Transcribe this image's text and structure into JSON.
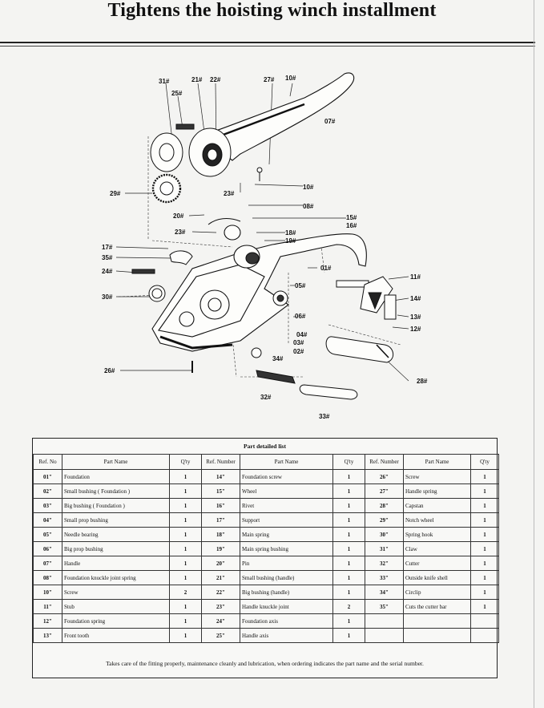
{
  "title": "Tightens the hoisting winch installment",
  "callouts": [
    {
      "id": "c31",
      "text": "31#"
    },
    {
      "id": "c21",
      "text": "21#"
    },
    {
      "id": "c22",
      "text": "22#"
    },
    {
      "id": "c27",
      "text": "27#"
    },
    {
      "id": "c10a",
      "text": "10#"
    },
    {
      "id": "c25",
      "text": "25#"
    },
    {
      "id": "c07",
      "text": "07#"
    },
    {
      "id": "c10b",
      "text": "10#"
    },
    {
      "id": "c29",
      "text": "29#"
    },
    {
      "id": "c23a",
      "text": "23#"
    },
    {
      "id": "c08",
      "text": "08#"
    },
    {
      "id": "c20",
      "text": "20#"
    },
    {
      "id": "c15",
      "text": "15#"
    },
    {
      "id": "c16",
      "text": "16#"
    },
    {
      "id": "c23b",
      "text": "23#"
    },
    {
      "id": "c18",
      "text": "18#"
    },
    {
      "id": "c19",
      "text": "19#"
    },
    {
      "id": "c17",
      "text": "17#"
    },
    {
      "id": "c35",
      "text": "35#"
    },
    {
      "id": "c01",
      "text": "01#"
    },
    {
      "id": "c24",
      "text": "24#"
    },
    {
      "id": "c11",
      "text": "11#"
    },
    {
      "id": "c05",
      "text": "05#"
    },
    {
      "id": "c30",
      "text": "30#"
    },
    {
      "id": "c14",
      "text": "14#"
    },
    {
      "id": "c06",
      "text": "06#"
    },
    {
      "id": "c13",
      "text": "13#"
    },
    {
      "id": "c12",
      "text": "12#"
    },
    {
      "id": "c04",
      "text": "04#"
    },
    {
      "id": "c03",
      "text": "03#"
    },
    {
      "id": "c02",
      "text": "02#"
    },
    {
      "id": "c34",
      "text": "34#"
    },
    {
      "id": "c26",
      "text": "26#"
    },
    {
      "id": "c28",
      "text": "28#"
    },
    {
      "id": "c32",
      "text": "32#"
    },
    {
      "id": "c33",
      "text": "33#"
    }
  ],
  "table": {
    "title": "Part detailed list",
    "headers": [
      "Ref. No",
      "Part Name",
      "Q'ty",
      "Ref. Number",
      "Part Name",
      "Q'ty",
      "Ref. Number",
      "Part Name",
      "Q'ty"
    ],
    "rows": [
      [
        [
          "01\"",
          "Foundation",
          "1"
        ],
        [
          "14\"",
          "Foundation screw",
          "1"
        ],
        [
          "26\"",
          "Screw",
          "1"
        ]
      ],
      [
        [
          "02\"",
          "Small bushing ( Foundation )",
          "1"
        ],
        [
          "15\"",
          "Wheel",
          "1"
        ],
        [
          "27\"",
          "Handle spring",
          "1"
        ]
      ],
      [
        [
          "03\"",
          "Big bushing ( Foundation )",
          "1"
        ],
        [
          "16\"",
          "Rivet",
          "1"
        ],
        [
          "28\"",
          "Capstan",
          "1"
        ]
      ],
      [
        [
          "04\"",
          "Small prop bushing",
          "1"
        ],
        [
          "17\"",
          "Support",
          "1"
        ],
        [
          "29\"",
          "Notch wheel",
          "1"
        ]
      ],
      [
        [
          "05\"",
          "Needle bearing",
          "1"
        ],
        [
          "18\"",
          "Main spring",
          "1"
        ],
        [
          "30\"",
          "Spring hook",
          "1"
        ]
      ],
      [
        [
          "06\"",
          "Big prop bushing",
          "1"
        ],
        [
          "19\"",
          "Main spring bushing",
          "1"
        ],
        [
          "31\"",
          "Claw",
          "1"
        ]
      ],
      [
        [
          "07\"",
          "Handle",
          "1"
        ],
        [
          "20\"",
          "Pin",
          "1"
        ],
        [
          "32\"",
          "Cutter",
          "1"
        ]
      ],
      [
        [
          "08\"",
          "Foundation knuckle joint spring",
          "1"
        ],
        [
          "21\"",
          "Small bushing (handle)",
          "1"
        ],
        [
          "33\"",
          "Outside knife shell",
          "1"
        ]
      ],
      [
        [
          "10\"",
          "Screw",
          "2"
        ],
        [
          "22\"",
          "Big bushing (handle)",
          "1"
        ],
        [
          "34\"",
          "Circlip",
          "1"
        ]
      ],
      [
        [
          "11\"",
          "Stub",
          "1"
        ],
        [
          "23\"",
          "Handle knuckle joint",
          "2"
        ],
        [
          "35\"",
          "Cuts the cutter bar",
          "1"
        ]
      ],
      [
        [
          "12\"",
          "Foundation spring",
          "1"
        ],
        [
          "24\"",
          "Foundation axis",
          "1"
        ],
        [
          "",
          "",
          " "
        ]
      ],
      [
        [
          "13\"",
          "Front tooth",
          "1"
        ],
        [
          "25\"",
          "Handle axis",
          "1"
        ],
        [
          "",
          "",
          ""
        ]
      ]
    ]
  },
  "note": "Takes care of the fitting properly, maintenance cleanly and lubrication, when ordering indicates the part name and the serial number."
}
